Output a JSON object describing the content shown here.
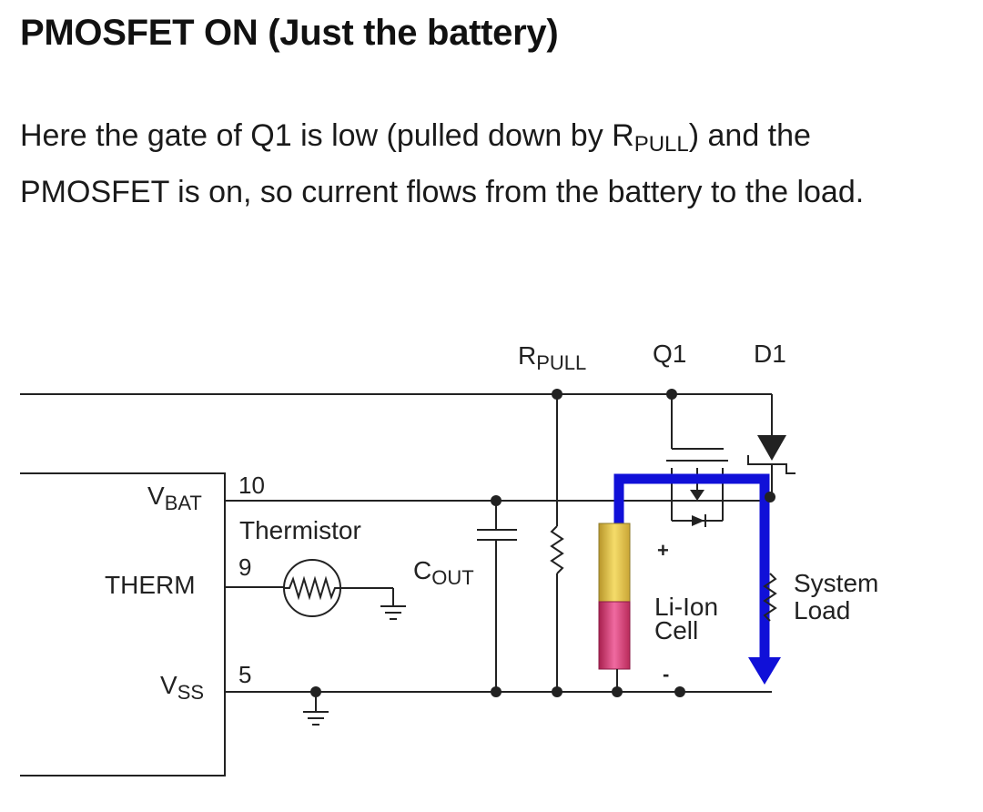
{
  "heading": "PMOSFET ON (Just the battery)",
  "paragraph": {
    "part1": "Here the gate of Q1 is low (pulled down by R",
    "part1_sub": "PULL",
    "part2": ") and the PMOSFET is on, so current flows from the battery to the load."
  },
  "diagram": {
    "labels": {
      "rpull_main": "R",
      "rpull_sub": "PULL",
      "q1": "Q1",
      "d1": "D1",
      "vbat_main": "V",
      "vbat_sub": "BAT",
      "therm": "THERM",
      "vss_main": "V",
      "vss_sub": "SS",
      "pin_10": "10",
      "pin_9": "9",
      "pin_5": "5",
      "thermistor": "Thermistor",
      "cout_main": "C",
      "cout_sub": "OUT",
      "plus": "+",
      "minus": "-",
      "cell_line1": "Li-Ion",
      "cell_line2": "Cell",
      "load_line1": "System",
      "load_line2": "Load"
    },
    "colors": {
      "wire": "#222222",
      "current_path": "#1010d8",
      "battery_top": "#e6c84a",
      "battery_bottom": "#d0306a"
    }
  }
}
